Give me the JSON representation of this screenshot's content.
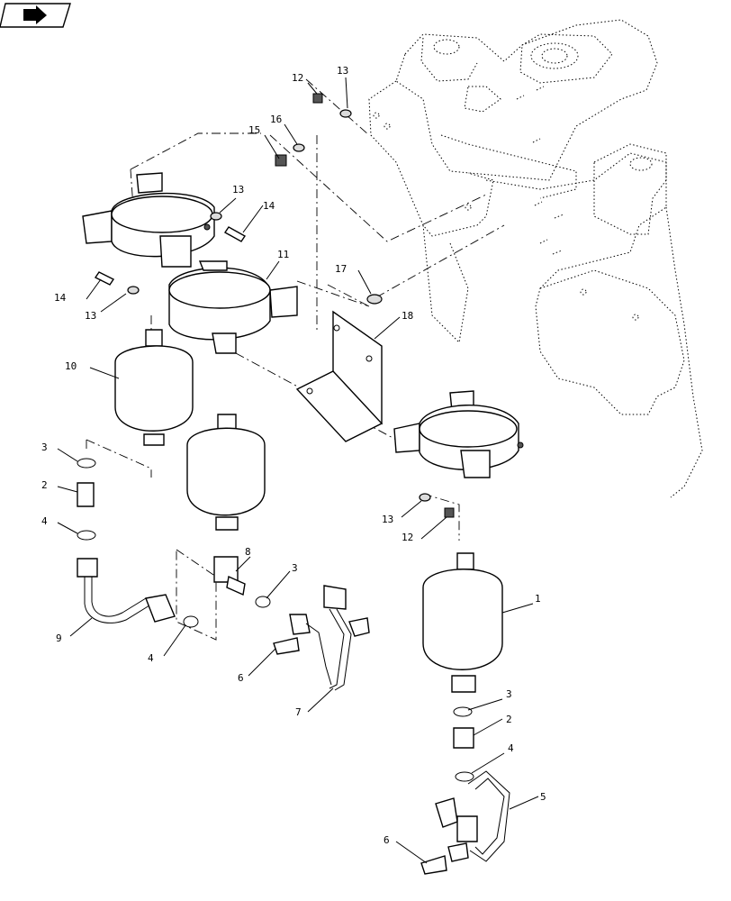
{
  "callouts": [
    {
      "id": "c12a",
      "label": "12"
    },
    {
      "id": "c13a",
      "label": "13"
    },
    {
      "id": "c15",
      "label": "15"
    },
    {
      "id": "c16",
      "label": "16"
    },
    {
      "id": "c13b",
      "label": "13"
    },
    {
      "id": "c14a",
      "label": "14"
    },
    {
      "id": "c11",
      "label": "11"
    },
    {
      "id": "c14b",
      "label": "14"
    },
    {
      "id": "c13c",
      "label": "13"
    },
    {
      "id": "c17",
      "label": "17"
    },
    {
      "id": "c18",
      "label": "18"
    },
    {
      "id": "c10",
      "label": "10"
    },
    {
      "id": "c3a",
      "label": "3"
    },
    {
      "id": "c2a",
      "label": "2"
    },
    {
      "id": "c4a",
      "label": "4"
    },
    {
      "id": "c9",
      "label": "9"
    },
    {
      "id": "c8",
      "label": "8"
    },
    {
      "id": "c3b",
      "label": "3"
    },
    {
      "id": "c4b",
      "label": "4"
    },
    {
      "id": "c6a",
      "label": "6"
    },
    {
      "id": "c7",
      "label": "7"
    },
    {
      "id": "c13d",
      "label": "13"
    },
    {
      "id": "c12b",
      "label": "12"
    },
    {
      "id": "c1",
      "label": "1"
    },
    {
      "id": "c3c",
      "label": "3"
    },
    {
      "id": "c2b",
      "label": "2"
    },
    {
      "id": "c4c",
      "label": "4"
    },
    {
      "id": "c5",
      "label": "5"
    },
    {
      "id": "c6b",
      "label": "6"
    }
  ],
  "icons": {
    "corner": "book-arrow-icon"
  }
}
